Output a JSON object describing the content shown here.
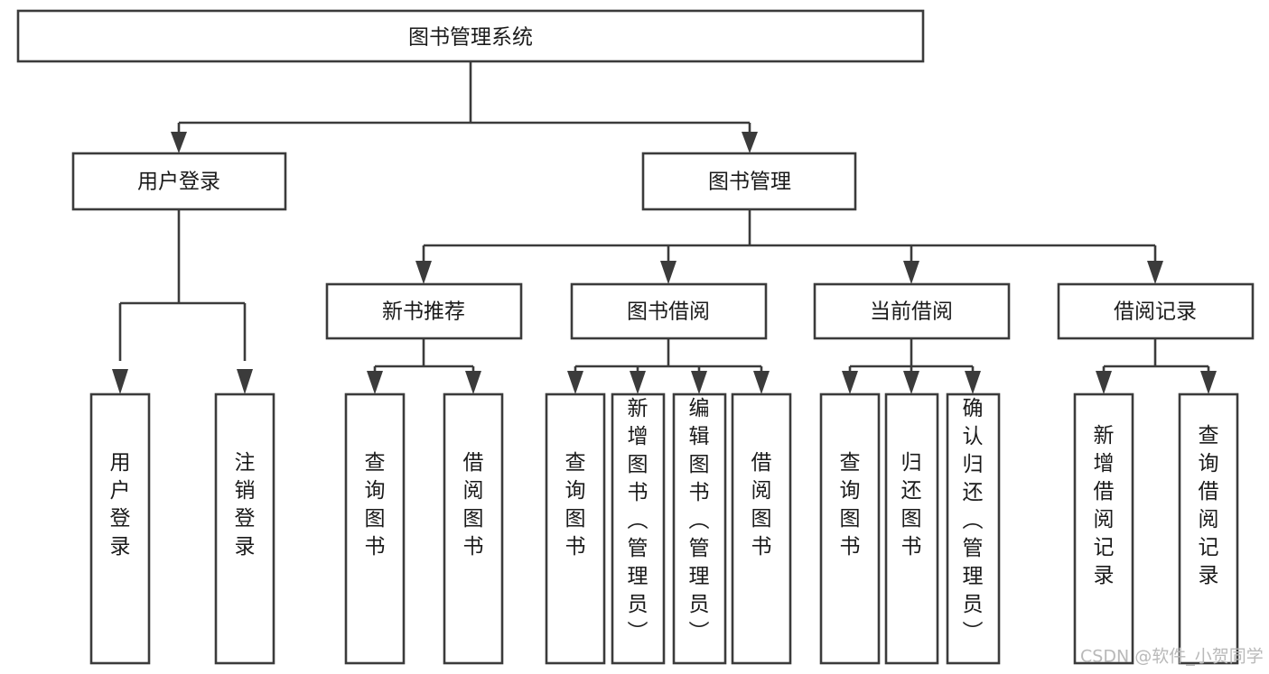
{
  "diagram": {
    "title": "图书管理系统",
    "type": "tree-hierarchy",
    "watermark": "CSDN @软件_小贺同学",
    "colors": {
      "stroke": "#3b3b3b",
      "box_fill": "#ffffff",
      "text": "#1a1a1a",
      "background": "#ffffff",
      "watermark": "#b9b9b9"
    },
    "levels": {
      "root": {
        "label": "图书管理系统"
      },
      "level2": [
        {
          "label": "用户登录"
        },
        {
          "label": "图书管理"
        }
      ],
      "level3": [
        {
          "label": "新书推荐"
        },
        {
          "label": "图书借阅"
        },
        {
          "label": "当前借阅"
        },
        {
          "label": "借阅记录"
        }
      ],
      "leaves": {
        "user_login": [
          {
            "label": "用户登录"
          },
          {
            "label": "注销登录"
          }
        ],
        "new_book_recommend": [
          {
            "label": "查询图书"
          },
          {
            "label": "借阅图书"
          }
        ],
        "book_borrow": [
          {
            "label": "查询图书"
          },
          {
            "label": "新增图书（管理员）"
          },
          {
            "label": "编辑图书（管理员）"
          },
          {
            "label": "借阅图书"
          }
        ],
        "current_borrow": [
          {
            "label": "查询图书"
          },
          {
            "label": "归还图书"
          },
          {
            "label": "确认归还（管理员）"
          }
        ],
        "borrow_record": [
          {
            "label": "新增借阅记录"
          },
          {
            "label": "查询借阅记录"
          }
        ]
      }
    }
  }
}
